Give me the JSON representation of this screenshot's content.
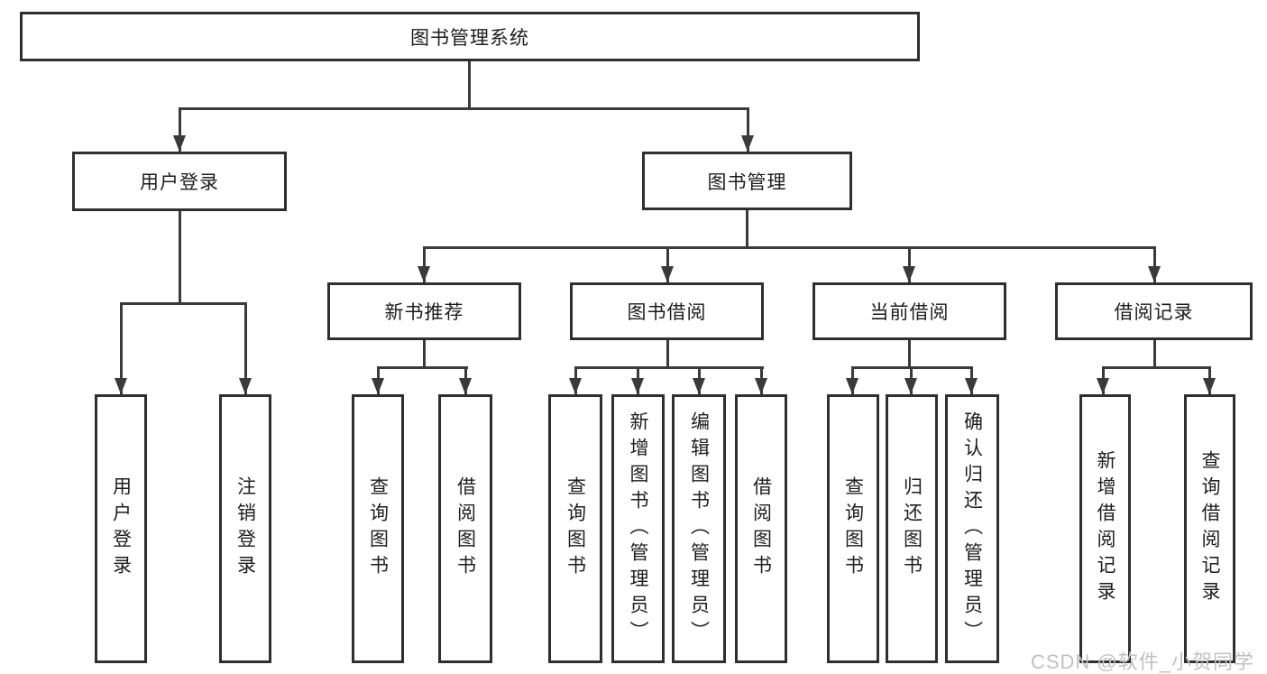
{
  "diagram": {
    "root": {
      "label": "图书管理系统"
    },
    "level2": [
      {
        "label": "用户登录"
      },
      {
        "label": "图书管理"
      }
    ],
    "level3": [
      {
        "label": "新书推荐"
      },
      {
        "label": "图书借阅"
      },
      {
        "label": "当前借阅"
      },
      {
        "label": "借阅记录"
      }
    ],
    "leaves_login": [
      {
        "label": "用户登录"
      },
      {
        "label": "注销登录"
      }
    ],
    "leaves_recommend": [
      {
        "label": "查询图书"
      },
      {
        "label": "借阅图书"
      }
    ],
    "leaves_borrow": [
      {
        "label": "查询图书"
      },
      {
        "label": "新增图书（管理员）"
      },
      {
        "label": "编辑图书（管理员）"
      },
      {
        "label": "借阅图书"
      }
    ],
    "leaves_current": [
      {
        "label": "查询图书"
      },
      {
        "label": "归还图书"
      },
      {
        "label": "确认归还（管理员）"
      }
    ],
    "leaves_records": [
      {
        "label": "新增借阅记录"
      },
      {
        "label": "查询借阅记录"
      }
    ]
  },
  "watermark": {
    "text": "CSDN @软件_小贺同学",
    "color": "#c1c1c1"
  },
  "colors": {
    "background": "#ffffff",
    "line": "#3a3a3a",
    "border": "#2f2f2f",
    "text": "#1d1d1d"
  }
}
